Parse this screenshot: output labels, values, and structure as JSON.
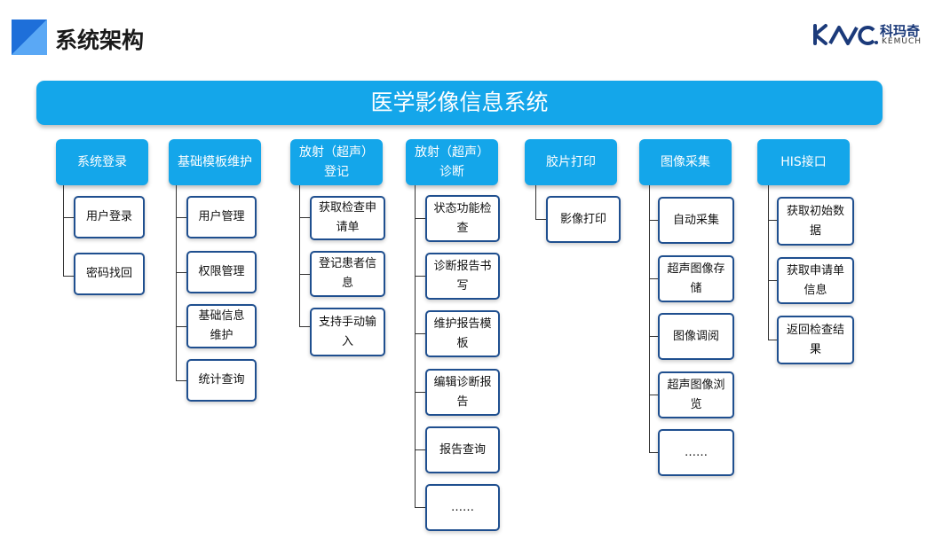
{
  "page_title": "系统架构",
  "logo": {
    "name": "科玛奇",
    "sub": "KEMUCH",
    "colors": {
      "mark": "#1b3a7a"
    }
  },
  "banner": {
    "title": "医学影像信息系统"
  },
  "colors": {
    "accent": "#14a6ea",
    "box_border": "#1f4f8f"
  },
  "categories": [
    {
      "title": "系统登录",
      "items": [
        "用户登录",
        "密码找回"
      ]
    },
    {
      "title": "基础模板维护",
      "items": [
        "用户管理",
        "权限管理",
        "基础信息维护",
        "统计查询"
      ]
    },
    {
      "title": "放射（超声）登记",
      "items": [
        "获取检查申请单",
        "登记患者信息",
        "支持手动输入"
      ]
    },
    {
      "title": "放射（超声）诊断",
      "items": [
        "状态功能检查",
        "诊断报告书写",
        "维护报告模板",
        "编辑诊断报告",
        "报告查询",
        "……"
      ]
    },
    {
      "title": "胶片打印",
      "items": [
        "影像打印"
      ]
    },
    {
      "title": "图像采集",
      "items": [
        "自动采集",
        "超声图像存储",
        "图像调阅",
        "超声图像浏览",
        "……"
      ]
    },
    {
      "title": "HIS接口",
      "items": [
        "获取初始数据",
        "获取申请单信息",
        "返回检查结果"
      ]
    }
  ]
}
